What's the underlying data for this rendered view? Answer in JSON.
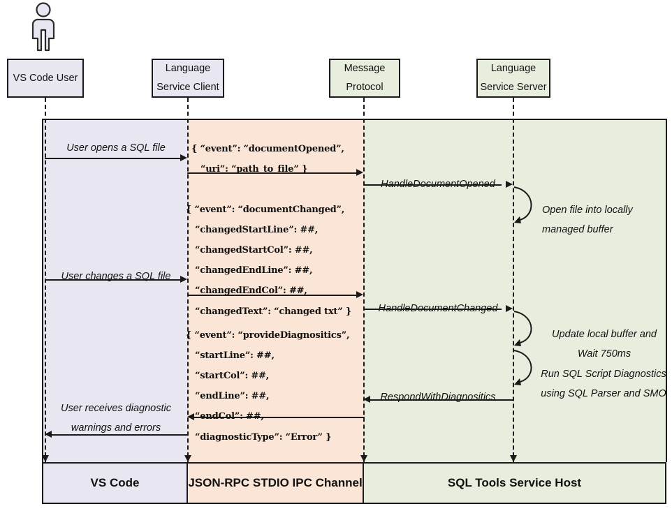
{
  "diagram": {
    "title": "VS Code SQL Tools Language Service sequence diagram",
    "colors": {
      "vscode_lane": "#e8e6f0",
      "ipc_lane": "#fbe5d6",
      "host_lane": "#e7eedd",
      "stroke": "#1a1a1a"
    }
  },
  "actor": {
    "icon": "person-icon",
    "label": "VS Code User"
  },
  "participants": [
    {
      "id": "vscode-user",
      "line1": "VS Code User",
      "line2": "",
      "lane": "vscode"
    },
    {
      "id": "language-service-client",
      "line1": "Language",
      "line2": "Service Client",
      "lane": "vscode"
    },
    {
      "id": "message-protocol",
      "line1": "Message",
      "line2": "Protocol",
      "lane": "host"
    },
    {
      "id": "language-service-server",
      "line1": "Language",
      "line2": "Service Server",
      "lane": "host"
    }
  ],
  "messages": {
    "user_opens": "User opens a SQL file",
    "user_changes": "User changes a SQL file",
    "user_receives_1": "User receives diagnostic",
    "user_receives_2": "warnings and errors",
    "handle_document_opened": "HandleDocumentOpened",
    "handle_document_changed": "HandleDocumentChanged",
    "respond_with_diagnositics": "RespondWithDiagnositics"
  },
  "payloads": {
    "document_opened": [
      "{ “event”: “documentOpened”,",
      "   “uri”: “path_to_file” }"
    ],
    "document_changed": [
      "{ “event”: “documentChanged”,",
      "   “changedStartLine”: ##,",
      "   “changedStartCol”: ##,",
      "   “changedEndLine”: ##,",
      "   “changedEndCol”: ##,",
      "   “changedText”: “changed txt” }"
    ],
    "provide_diagnositics": [
      "{ “event”: “provideDiagnositics”,",
      "   “startLine”: ##,",
      "   “startCol”: ##,",
      "   “endLine”: ##,",
      "   “endCol”: ##,",
      "   “diagnosticType”: “Error” }"
    ]
  },
  "self_calls": [
    {
      "id": "open-file",
      "line1": "Open file into locally",
      "line2": "managed buffer"
    },
    {
      "id": "update-buffer",
      "line1": "Update local buffer and",
      "line2": "Wait 750ms"
    },
    {
      "id": "run-diagnostics",
      "line1": "Run SQL Script Diagnostics",
      "line2": "using SQL Parser and SMO"
    }
  ],
  "footer": {
    "lanes": [
      {
        "id": "vs-code",
        "label": "VS Code"
      },
      {
        "id": "ipc",
        "label": "JSON-RPC STDIO IPC Channel"
      },
      {
        "id": "host",
        "label": "SQL Tools Service Host"
      }
    ]
  }
}
